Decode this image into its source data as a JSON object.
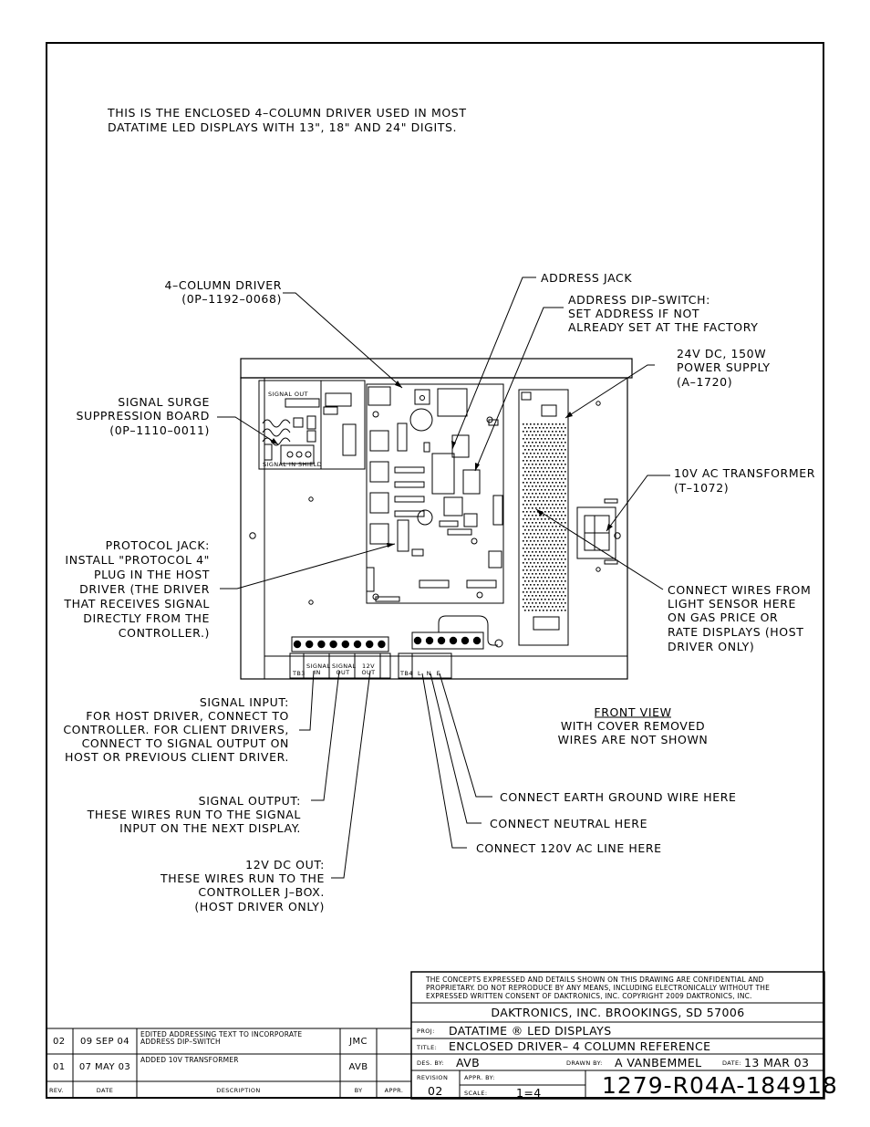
{
  "intro": {
    "line1": "THIS IS THE ENCLOSED 4–COLUMN DRIVER USED IN MOST",
    "line2": "DATATIME LED DISPLAYS WITH 13\", 18\" AND 24\" DIGITS."
  },
  "callouts": {
    "driver": [
      "4–COLUMN DRIVER",
      "(0P–1192–0068)"
    ],
    "address_jack": "ADDRESS JACK",
    "dip_switch": [
      "ADDRESS DIP–SWITCH:",
      "SET ADDRESS IF NOT",
      "ALREADY SET AT THE FACTORY"
    ],
    "power_supply": [
      "24V DC, 150W",
      "POWER SUPPLY",
      "(A–1720)"
    ],
    "surge_board": [
      "SIGNAL SURGE",
      "SUPPRESSION BOARD",
      "(0P–1110–0011)"
    ],
    "transformer": [
      "10V AC TRANSFORMER",
      "(T–1072)"
    ],
    "protocol_jack": [
      "PROTOCOL JACK:",
      "INSTALL \"PROTOCOL 4\"",
      "PLUG IN THE HOST",
      "DRIVER (THE DRIVER",
      "THAT RECEIVES SIGNAL",
      "DIRECTLY FROM THE",
      "CONTROLLER.)"
    ],
    "light_sensor": [
      "CONNECT WIRES FROM",
      "LIGHT SENSOR HERE",
      "ON GAS PRICE OR",
      "RATE DISPLAYS (HOST",
      "DRIVER ONLY)"
    ],
    "signal_input": [
      "SIGNAL INPUT:",
      "FOR HOST DRIVER, CONNECT TO",
      "CONTROLLER.  FOR CLIENT DRIVERS,",
      "CONNECT TO SIGNAL OUTPUT ON",
      "HOST OR PREVIOUS CLIENT DRIVER."
    ],
    "signal_output": [
      "SIGNAL OUTPUT:",
      "THESE WIRES RUN TO THE SIGNAL",
      "INPUT ON THE NEXT DISPLAY."
    ],
    "dc_out": [
      "12V DC OUT:",
      "THESE WIRES RUN TO THE",
      "CONTROLLER J–BOX.",
      "(HOST DRIVER ONLY)"
    ],
    "earth": "CONNECT EARTH GROUND WIRE HERE",
    "neutral": "CONNECT NEUTRAL HERE",
    "line": "CONNECT 120V AC LINE HERE"
  },
  "front_view": {
    "title": "FRONT VIEW",
    "line2": "WITH COVER REMOVED",
    "line3": "WIRES ARE NOT SHOWN"
  },
  "board_labels": {
    "signal_out": "SIGNAL OUT",
    "signal_in": "SIGNAL IN",
    "shield": "SHIELD",
    "tb3": "TB3",
    "tb4": "TB4",
    "term_signal_in": "SIGNAL IN",
    "term_signal_out": "SIGNAL OUT",
    "term_12v_out": "12V OUT",
    "term_lne": "LNE"
  },
  "title_block": {
    "confidential": [
      "THE CONCEPTS EXPRESSED AND DETAILS SHOWN ON THIS DRAWING ARE CONFIDENTIAL AND",
      "PROPRIETARY.  DO NOT REPRODUCE BY ANY MEANS, INCLUDING ELECTRONICALLY WITHOUT THE",
      "EXPRESSED WRITTEN CONSENT OF DAKTRONICS, INC.          COPYRIGHT 2009 DAKTRONICS, INC."
    ],
    "company": "DAKTRONICS, INC.   BROOKINGS, SD 57006",
    "proj_label": "PROJ:",
    "proj": "DATATIME ® LED DISPLAYS",
    "title_label": "TITLE:",
    "title": "ENCLOSED DRIVER– 4 COLUMN REFERENCE",
    "des_label": "DES. BY:",
    "des": "AVB",
    "drawn_label": "DRAWN BY:",
    "drawn": "A VANBEMMEL",
    "date_label": "DATE:",
    "date": "13 MAR 03",
    "revision_label": "REVISION",
    "revision": "02",
    "appr_label": "APPR. BY:",
    "scale_label": "SCALE:",
    "scale": "1=4",
    "drawing_number": "1279-R04A-184918"
  },
  "revisions": {
    "headers": [
      "REV.",
      "DATE",
      "DESCRIPTION",
      "BY",
      "APPR."
    ],
    "rows": [
      {
        "rev": "02",
        "date": "09 SEP 04",
        "desc": [
          "EDITED ADDRESSING TEXT TO INCORPORATE",
          "ADDRESS DIP–SWITCH"
        ],
        "by": "JMC",
        "appr": ""
      },
      {
        "rev": "01",
        "date": "07 MAY 03",
        "desc": [
          "ADDED 10V TRANSFORMER",
          ""
        ],
        "by": "AVB",
        "appr": ""
      }
    ]
  }
}
